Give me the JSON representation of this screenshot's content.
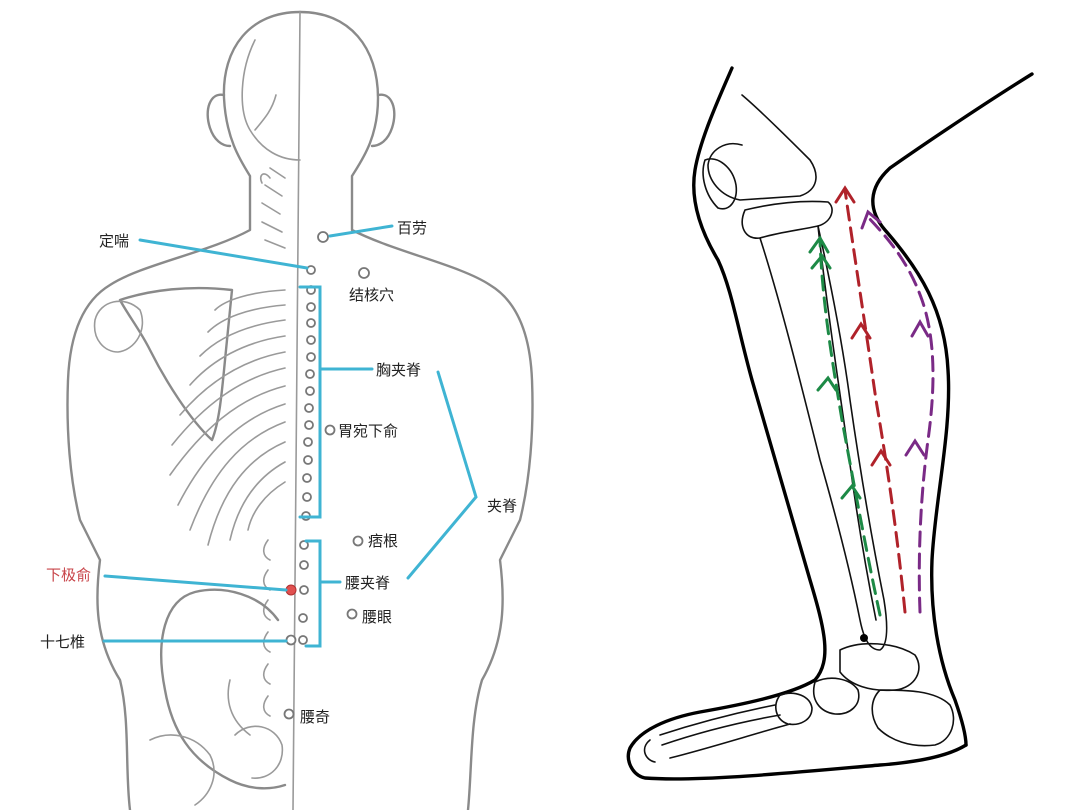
{
  "colors": {
    "leader_line": "#3fb4d3",
    "outline": "#8a8a8a",
    "highlight_point": "#e0504f",
    "highlight_label": "#c8454a",
    "meridian_green": "#1d8a46",
    "meridian_red": "#b0222a",
    "meridian_purple": "#7a2a86"
  },
  "back_figure": {
    "labels": {
      "dingchuan": "定喘",
      "bailao": "百劳",
      "jiehexue": "结核穴",
      "xiongjiaji": "胸夹脊",
      "weiwanxiashu": "胃宛下俞",
      "jiaji": "夹脊",
      "pigen": "痞根",
      "xiajishu": "下极俞",
      "yaojiaji": "腰夹脊",
      "yaoyan": "腰眼",
      "shiqizhui": "十七椎",
      "yaoqi": "腰奇"
    }
  },
  "leg_figure": {
    "icons": [
      "leg-skeleton-icon",
      "meridian-arrow-icon"
    ],
    "meridian_lines": [
      "green",
      "red",
      "purple"
    ]
  }
}
